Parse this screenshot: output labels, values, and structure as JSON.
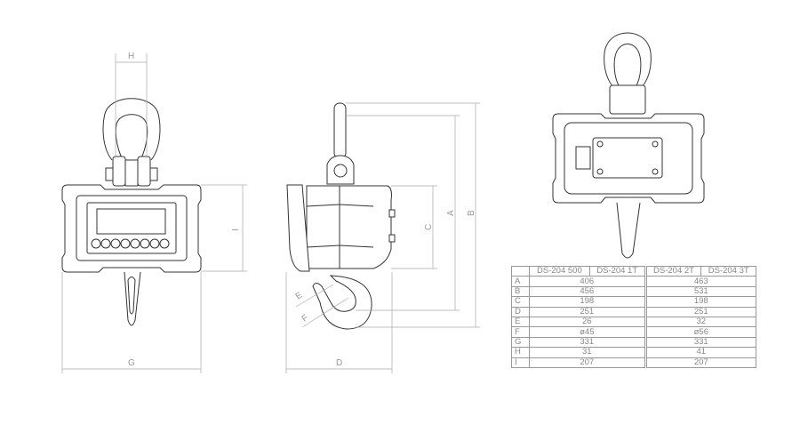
{
  "dimension_labels": {
    "A": "A",
    "B": "B",
    "C": "C",
    "D": "D",
    "E": "E",
    "F": "F",
    "G": "G",
    "H": "H",
    "I": "I"
  },
  "spec_table": {
    "headers": [
      "DS-204 500",
      "DS-204 1T",
      "DS-204 2T",
      "DS-204 3T"
    ],
    "rows": [
      {
        "key": "A",
        "small": "406",
        "large": "463"
      },
      {
        "key": "B",
        "small": "456",
        "large": "531"
      },
      {
        "key": "C",
        "small": "198",
        "large": "198"
      },
      {
        "key": "D",
        "small": "251",
        "large": "251"
      },
      {
        "key": "E",
        "small": "26",
        "large": "32"
      },
      {
        "key": "F",
        "small": "ø45",
        "large": "ø56"
      },
      {
        "key": "G",
        "small": "331",
        "large": "331"
      },
      {
        "key": "H",
        "small": "31",
        "large": "41"
      },
      {
        "key": "I",
        "small": "207",
        "large": "207"
      }
    ]
  }
}
